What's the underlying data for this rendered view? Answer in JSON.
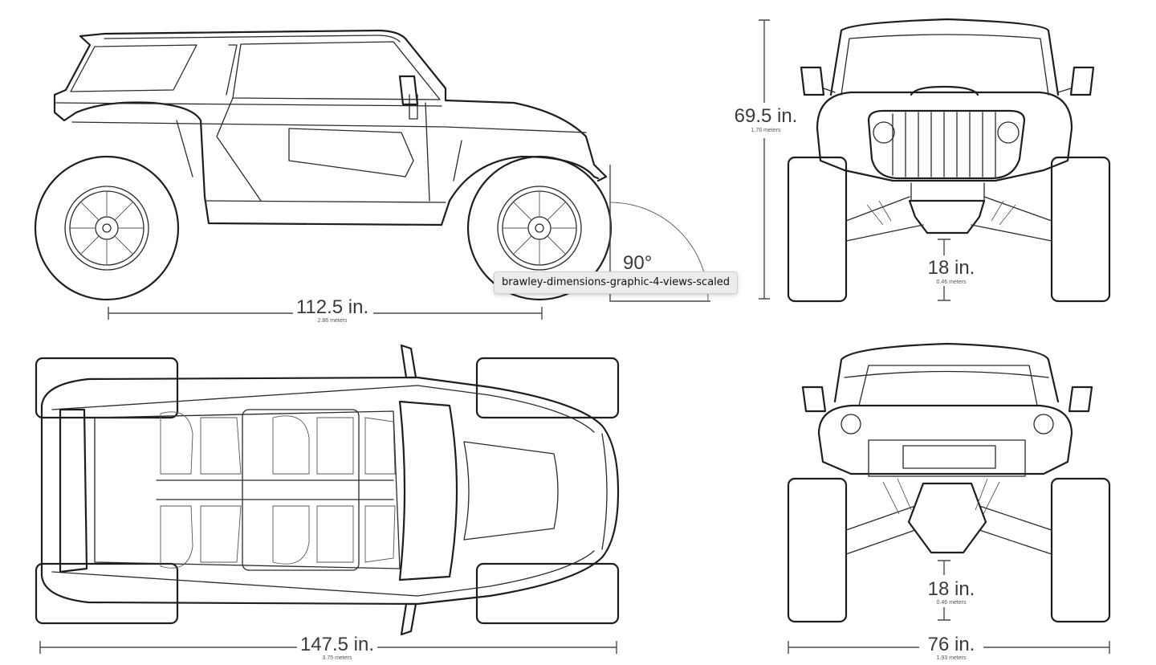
{
  "dimensions": {
    "wheelbase": {
      "value": "112.5 in.",
      "metric": "2.86 meters"
    },
    "height": {
      "value": "69.5 in.",
      "metric": "1.76 meters"
    },
    "ground_clearance_front": {
      "value": "18 in.",
      "metric": "0.46 meters"
    },
    "ground_clearance_rear": {
      "value": "18 in.",
      "metric": "0.46 meters"
    },
    "length": {
      "value": "147.5 in.",
      "metric": "3.75 meters"
    },
    "width": {
      "value": "76 in.",
      "metric": "1.93 meters"
    },
    "approach_angle": "90°"
  },
  "tooltip": {
    "text": "brawley-dimensions-graphic-4-views-scaled"
  }
}
